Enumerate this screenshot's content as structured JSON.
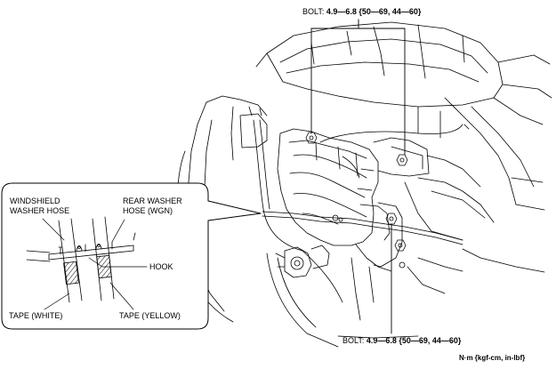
{
  "torque_top": {
    "prefix": "BOLT: ",
    "value": "4.9—6.8 {50—69, 44—60}"
  },
  "torque_bottom": {
    "prefix": "BOLT: ",
    "value": "4.9—6.8 {50—69, 44—60}"
  },
  "units": "N·m {kgf-cm, in-lbf}",
  "detail": {
    "windshield_hose_line1": "WINDSHIELD",
    "windshield_hose_line2": "WASHER HOSE",
    "rear_hose_line1": "REAR WASHER",
    "rear_hose_line2": "HOSE (WGN)",
    "hook": "HOOK",
    "tape_white": "TAPE (WHITE)",
    "tape_yellow": "TAPE (YELLOW)"
  }
}
